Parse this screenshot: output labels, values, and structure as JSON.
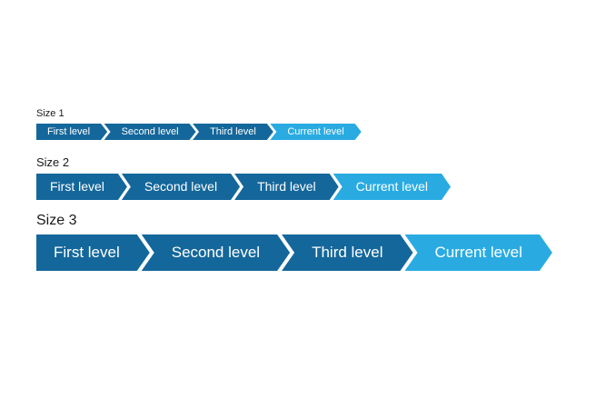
{
  "colors": {
    "level_bg": "#14679B",
    "current_bg": "#29ABE2",
    "seg_text": "#FFFFFF",
    "label_text": "#1A1A1A",
    "page_bg": "#FFFFFF"
  },
  "sections": [
    {
      "label": "Size 1",
      "items": [
        {
          "label": "First level"
        },
        {
          "label": "Second level"
        },
        {
          "label": "Third level"
        },
        {
          "label": "Current level"
        }
      ]
    },
    {
      "label": "Size 2",
      "items": [
        {
          "label": "First level"
        },
        {
          "label": "Second level"
        },
        {
          "label": "Third level"
        },
        {
          "label": "Current level"
        }
      ]
    },
    {
      "label": "Size 3",
      "items": [
        {
          "label": "First level"
        },
        {
          "label": "Second level"
        },
        {
          "label": "Third level"
        },
        {
          "label": "Current level"
        }
      ]
    }
  ]
}
